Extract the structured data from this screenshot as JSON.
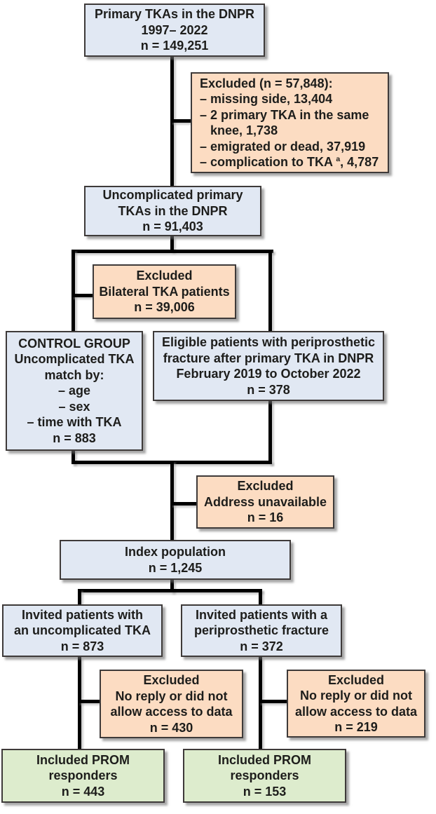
{
  "colors": {
    "population_fill": "#e1e8f3",
    "excluded_fill": "#fcdcc2",
    "included_fill": "#ddeccd",
    "box_border": "#3e3a39",
    "connector": "#000000",
    "text": "#1d1d1b"
  },
  "boxes": {
    "primary": {
      "lines": [
        "Primary TKAs in the DNPR",
        "1997– 2022",
        "n = 149,251"
      ]
    },
    "excluded_initial": {
      "title": "Excluded (n = 57,848):",
      "item_missing": "– missing side, 13,404",
      "item_two_primary": "– 2 primary TKA in the same",
      "item_two_primary_cont": "knee, 1,738",
      "item_emigrated": "– emigrated or dead, 37,919",
      "item_complication_pre": "– complication to TKA ",
      "item_complication_sup": "a",
      "item_complication_post": ", 4,787"
    },
    "uncomplicated": {
      "lines": [
        "Uncomplicated primary",
        "TKAs in the DNPR",
        "n = 91,403"
      ]
    },
    "excluded_bilateral": {
      "lines": [
        "Excluded",
        "Bilateral TKA patients",
        "n = 39,006"
      ]
    },
    "control": {
      "lines": [
        "CONTROL GROUP",
        "Uncomplicated TKA",
        "match by:",
        "– age",
        "– sex",
        "– time with TKA",
        "n = 883"
      ]
    },
    "eligible": {
      "lines": [
        "Eligible patients with periprosthetic",
        "fracture after primary TKA in DNPR",
        "February 2019 to October 2022",
        "n = 378"
      ]
    },
    "excluded_address": {
      "lines": [
        "Excluded",
        "Address unavailable",
        "n = 16"
      ]
    },
    "index": {
      "lines": [
        "Index population",
        "n = 1,245"
      ]
    },
    "invited_uncomplicated": {
      "lines": [
        "Invited patients with",
        "an uncomplicated TKA",
        "n = 873"
      ]
    },
    "invited_fracture": {
      "lines": [
        "Invited patients with a",
        "periprosthetic fracture",
        "n = 372"
      ]
    },
    "excluded_noreply_uncomplicated": {
      "lines": [
        "Excluded",
        "No reply or did not",
        "allow access to data",
        "n = 430"
      ]
    },
    "excluded_noreply_fracture": {
      "lines": [
        "Excluded",
        "No reply or did not",
        "allow access to data",
        "n = 219"
      ]
    },
    "prom_uncomplicated": {
      "lines": [
        "Included PROM",
        "responders",
        "n = 443"
      ]
    },
    "prom_fracture": {
      "lines": [
        "Included PROM",
        "responders",
        "n = 153"
      ]
    }
  }
}
